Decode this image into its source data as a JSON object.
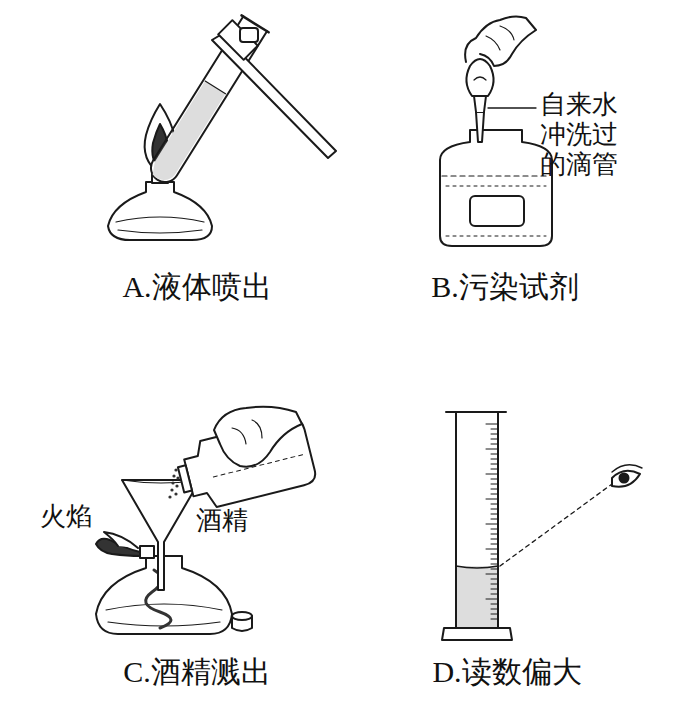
{
  "diagram": {
    "labels": [
      "A.液体喷出",
      "自来水 冲洗过 的滴管",
      "B.污染试剂",
      "火焰",
      "酒精",
      "C.酒精溅出",
      "D.读数偏大"
    ]
  }
}
